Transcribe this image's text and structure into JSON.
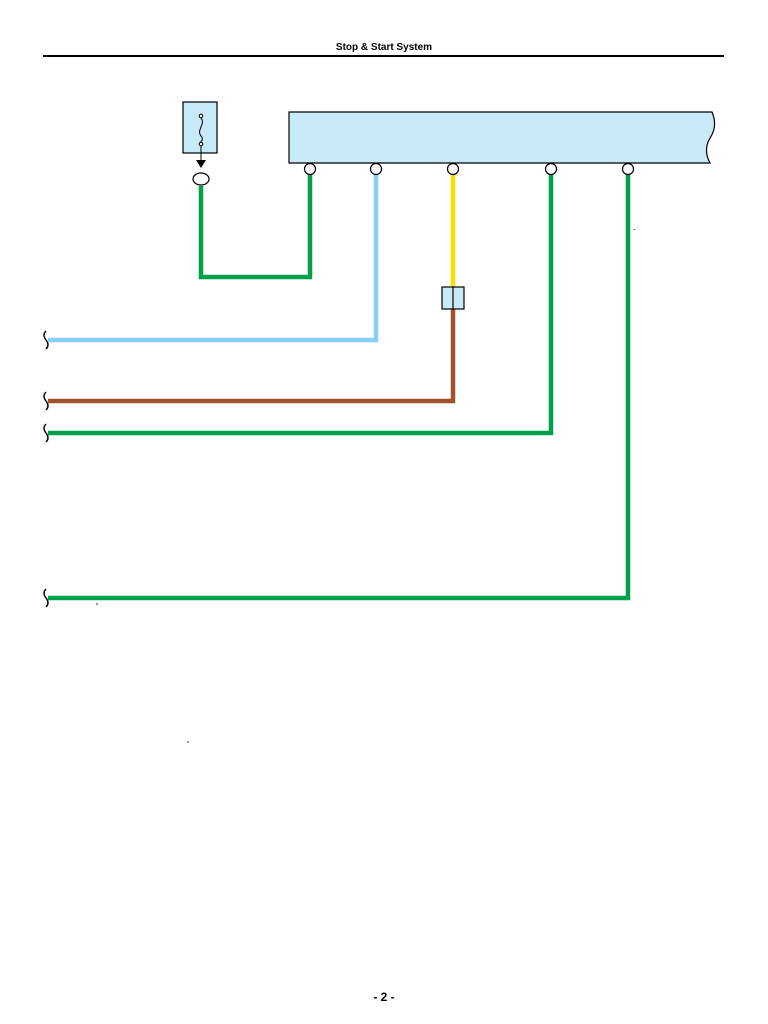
{
  "header": {
    "title": "Stop & Start System"
  },
  "footer": {
    "page_number": "- 2 -"
  },
  "colors": {
    "ecu_fill": "#c8eaf8",
    "fuse_fill": "#c8eaf8",
    "wire_green": "#00a04a",
    "wire_light_blue": "#87cff2",
    "wire_yellow": "#ffde00",
    "wire_brown": "#a0522d",
    "stroke": "#000000"
  },
  "wires": [
    {
      "name": "fuse-to-ecu-wire",
      "color": "green"
    },
    {
      "name": "light-blue-wire",
      "color": "light-blue"
    },
    {
      "name": "yellow-wire",
      "color": "yellow"
    },
    {
      "name": "brown-wire",
      "color": "brown"
    },
    {
      "name": "green-wire-3",
      "color": "green"
    },
    {
      "name": "green-wire-4",
      "color": "green"
    }
  ]
}
